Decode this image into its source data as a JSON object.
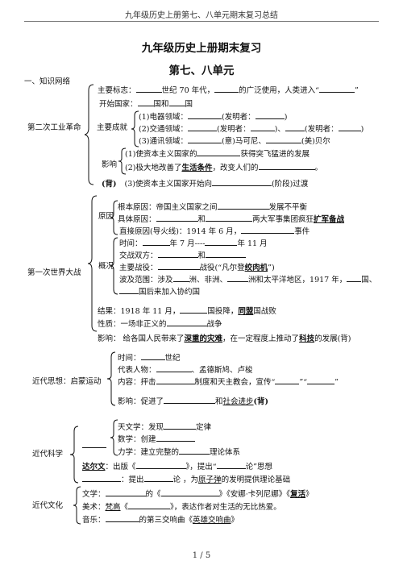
{
  "header": "九年级历史上册第七、八单元期末复习总结",
  "title": "九年级历史上册期末复习",
  "subtitle": "第七、八单元",
  "section1": "一、知识网络",
  "ir2": {
    "label": "第二次工业革命",
    "sign_a": "主要标志：",
    "sign_b": "世纪 70 年代，",
    "sign_c": "的广泛使用，人类进入“",
    "sign_d": "”",
    "start_a": "开始国家：",
    "start_b": "国和",
    "start_c": "国",
    "achv_label": "主要成就",
    "achv1_a": "(1)电器领域：",
    "achv1_b": "(发明者：",
    "achv1_c": ")",
    "achv2_a": "(2)交通领域：",
    "achv2_b": "(发明者：",
    "achv2_c": ")、",
    "achv2_d": "(发明者：",
    "achv2_e": ")",
    "achv3_a": "(3)通讯领域：",
    "achv3_b": "(意)马可尼、",
    "achv3_c": "(美)贝尔",
    "imp_label": "影响",
    "imp1_a": "(1)使资本主义国家的",
    "imp1_b": "获得突飞猛进的发展",
    "imp2_a": "(2)极大地改善了",
    "imp2_b": "生活条件",
    "imp2_c": "，改变人们的",
    "imp2_d": "。",
    "imp3_pre": "(背)",
    "imp3_a": "(3)使资本主义国家开始向",
    "imp3_b": "(阶段)过渡"
  },
  "ww1": {
    "label": "第一次世界大战",
    "cause_label": "原因",
    "c1_a": "根本原因：帝国主义国家之间",
    "c1_b": "发展不平衡",
    "c2_a": "具体原因：",
    "c2_b": "和",
    "c2_c": "两大军事集团疯狂",
    "c2_d": "扩军备战",
    "c3_a": "直接原因(导火线)：1914 年 6 月，",
    "c3_b": "事件",
    "gen_label": "概况",
    "g1_a": "时间：",
    "g1_b": "年 7 月----",
    "g1_c": "年 11 月",
    "g2_a": "交战双方：",
    "g2_b": "和",
    "g3_a": "主要战役：",
    "g3_b": "战役(“凡尔登",
    "g3_c": "绞肉机",
    "g3_d": "”)",
    "g4_a": "波及范围：涉及",
    "g4_b": "洲、非洲、",
    "g4_c": "洲和太平洋地区，1917 年，",
    "g4_d": "国、",
    "g5_b": "国后来加入协约国",
    "res_a": "结果：1918 年 11 月，",
    "res_b": "国投降，",
    "res_c": "同盟",
    "res_d": "国战败",
    "nat_a": "性质：一场非正义的",
    "nat_b": "战争",
    "inf_a": "影响：   给各国人民带来了",
    "inf_b": "深重的灾难",
    "inf_c": "，在一定程度上推动了",
    "inf_d": "科技",
    "inf_e": "的发展(背)"
  },
  "enl": {
    "label": "近代思想：启蒙运动",
    "e1_a": "时间：",
    "e1_b": "世纪",
    "e2_a": "代表人物：",
    "e2_b": "、孟德斯鸠、卢梭",
    "e3_a": "内容：抨击",
    "e3_b": "制度和天主教会，宣传“",
    "e3_c": "”“",
    "e3_d": "”",
    "e4_a": "影响：促进了",
    "e4_b": "和",
    "e4_c": "社会进步",
    "e4_d": "(背)"
  },
  "sci": {
    "label": "近代科学",
    "s1_a": "天文学：发现",
    "s1_b": "定律",
    "s2_a": "数学：创建",
    "s3_a": "力学：建立完整的",
    "s3_b": "理论体系",
    "s4_a": "达尔文",
    "s4_b": "：出版《",
    "s4_c": "》，提出“",
    "s4_d": "论”思想",
    "s5_a": "：提出",
    "s5_b": "论 ，为",
    "s5_c": "原子弹",
    "s5_d": "的发明提供理论基础"
  },
  "cul": {
    "label": "近代文化",
    "w1_a": "文学：",
    "w1_b": "的《",
    "w1_c": "》《安娜·卡列尼娜》《",
    "w1_d": "复活",
    "w1_e": "》",
    "w2_a": "美术：",
    "w2_b": "梵高",
    "w2_c": "《",
    "w2_d": "》，表达作者对生活的无比热爱。",
    "w3_a": "音乐：",
    "w3_b": "的第三交响曲《",
    "w3_c": "英雄交响曲",
    "w3_d": "》"
  },
  "footer": "1  /  5"
}
